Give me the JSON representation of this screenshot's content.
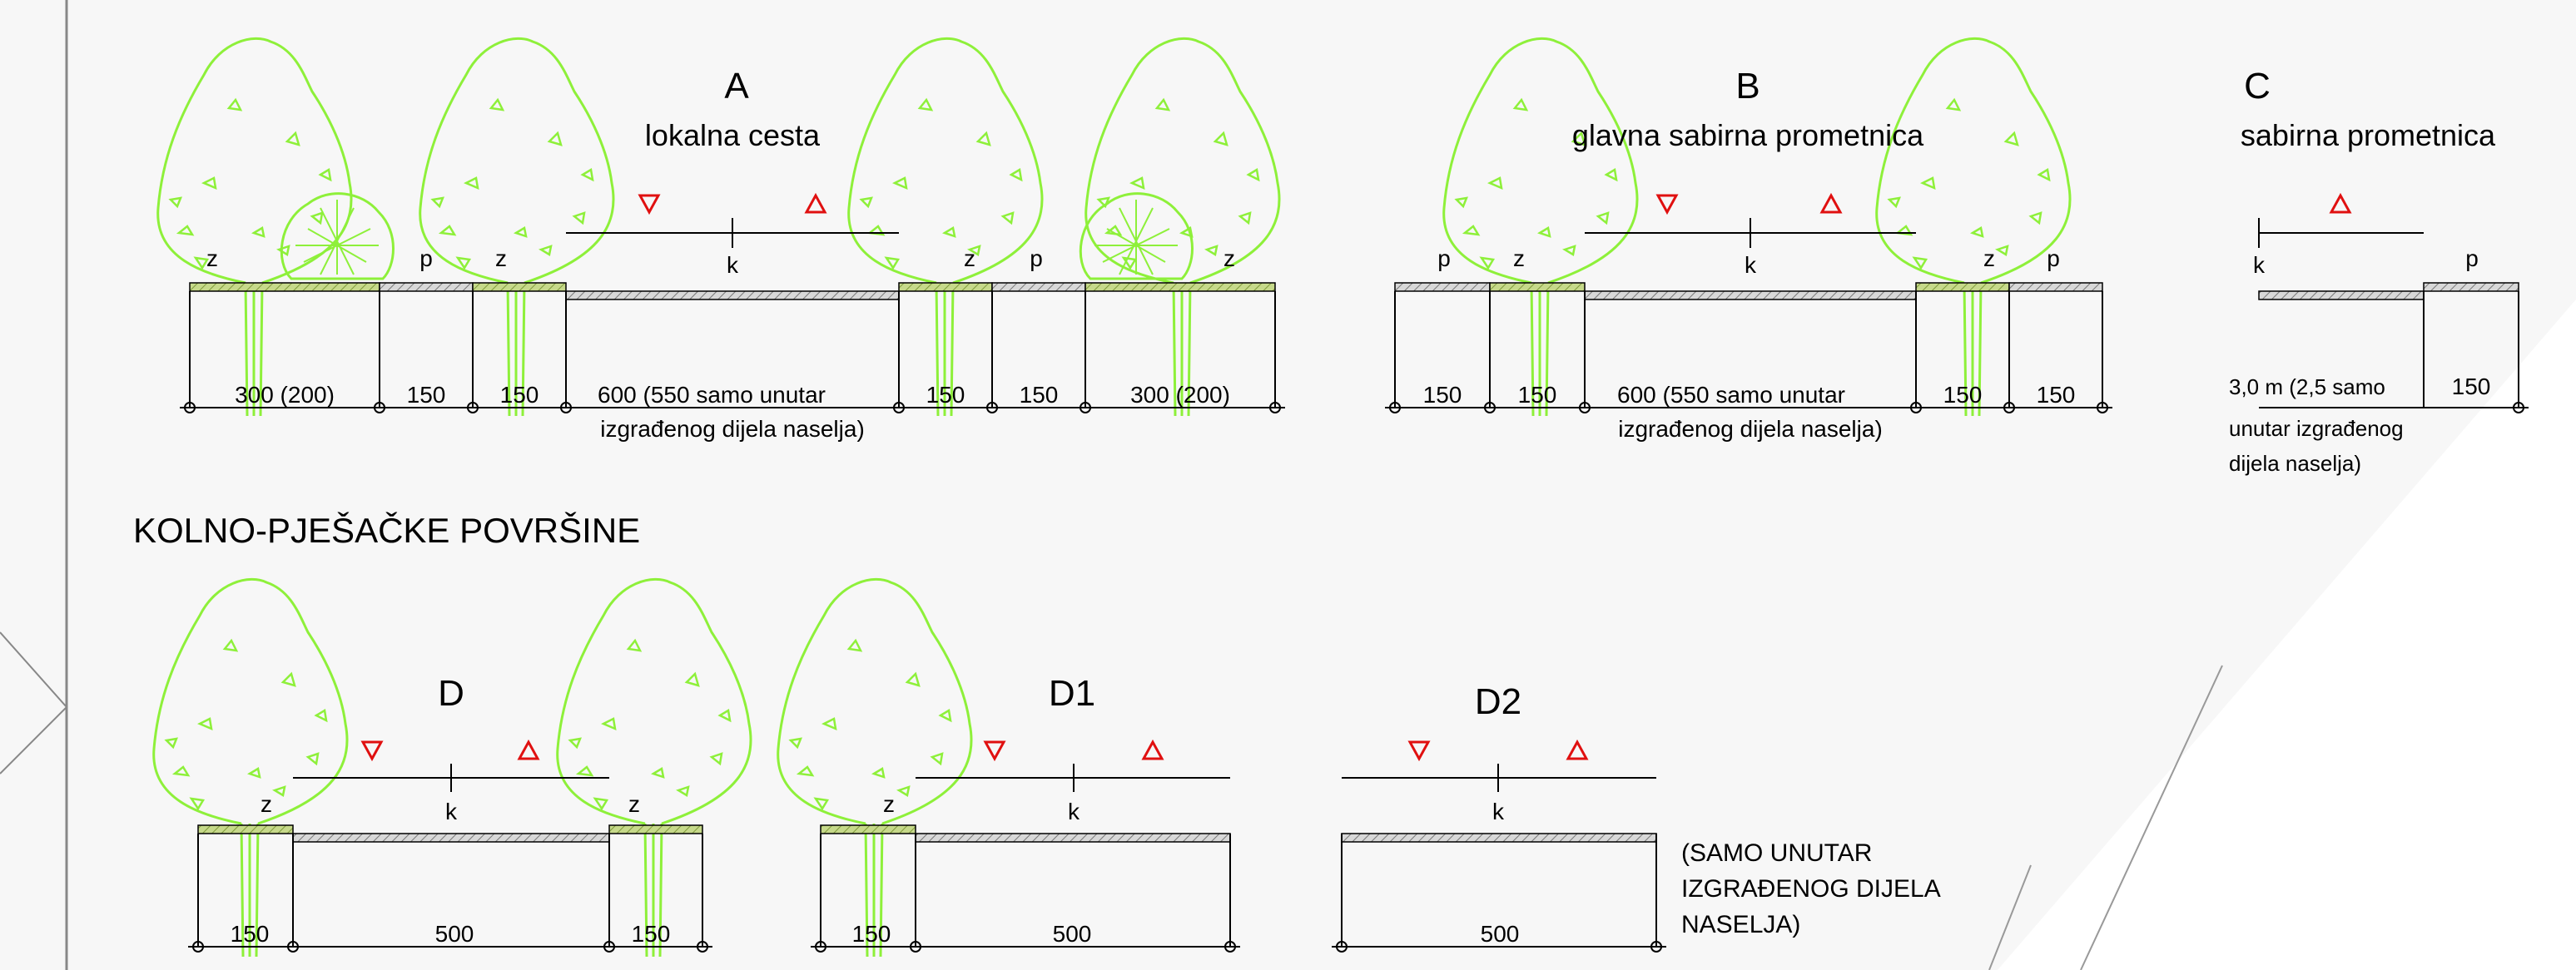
{
  "heading": "KOLNO-PJEŠAČKE POVRŠINE",
  "sections": {
    "A": {
      "letter": "A",
      "title": "lokalna cesta",
      "labels": [
        "z",
        "p",
        "z",
        "k",
        "z",
        "p",
        "z"
      ],
      "dims": [
        "300 (200)",
        "150",
        "150",
        "600 (550 samo unutar",
        "150",
        "150",
        "300 (200)"
      ],
      "dim_note": "izgrađenog dijela naselja)"
    },
    "B": {
      "letter": "B",
      "title": "glavna sabirna prometnica",
      "labels": [
        "p",
        "z",
        "k",
        "z",
        "p"
      ],
      "dims": [
        "150",
        "150",
        "600 (550 samo unutar",
        "150",
        "150"
      ],
      "dim_note": "izgrađenog dijela naselja)"
    },
    "C": {
      "letter": "C",
      "title": "sabirna prometnica",
      "labels": [
        "k",
        "p"
      ],
      "dims": [
        "3,0 m (2,5 samo",
        "150"
      ],
      "dim_note_1": "unutar izgrađenog",
      "dim_note_2": "dijela naselja)"
    },
    "D": {
      "letter": "D",
      "labels": [
        "z",
        "k",
        "z"
      ],
      "dims": [
        "150",
        "500",
        "150"
      ]
    },
    "D1": {
      "letter": "D1",
      "labels": [
        "z",
        "k"
      ],
      "dims": [
        "150",
        "500"
      ]
    },
    "D2": {
      "letter": "D2",
      "labels": [
        "k"
      ],
      "dims": [
        "500"
      ],
      "note_1": "(SAMO UNUTAR",
      "note_2": "IZGRAĐENOG DIJELA",
      "note_3": "NASELJA)"
    }
  },
  "colors": {
    "tree": "#8ef03a",
    "green_strip": "#a7c957",
    "pavement": "#9a9a9a",
    "arrow": "#e01010",
    "line": "#000000"
  }
}
